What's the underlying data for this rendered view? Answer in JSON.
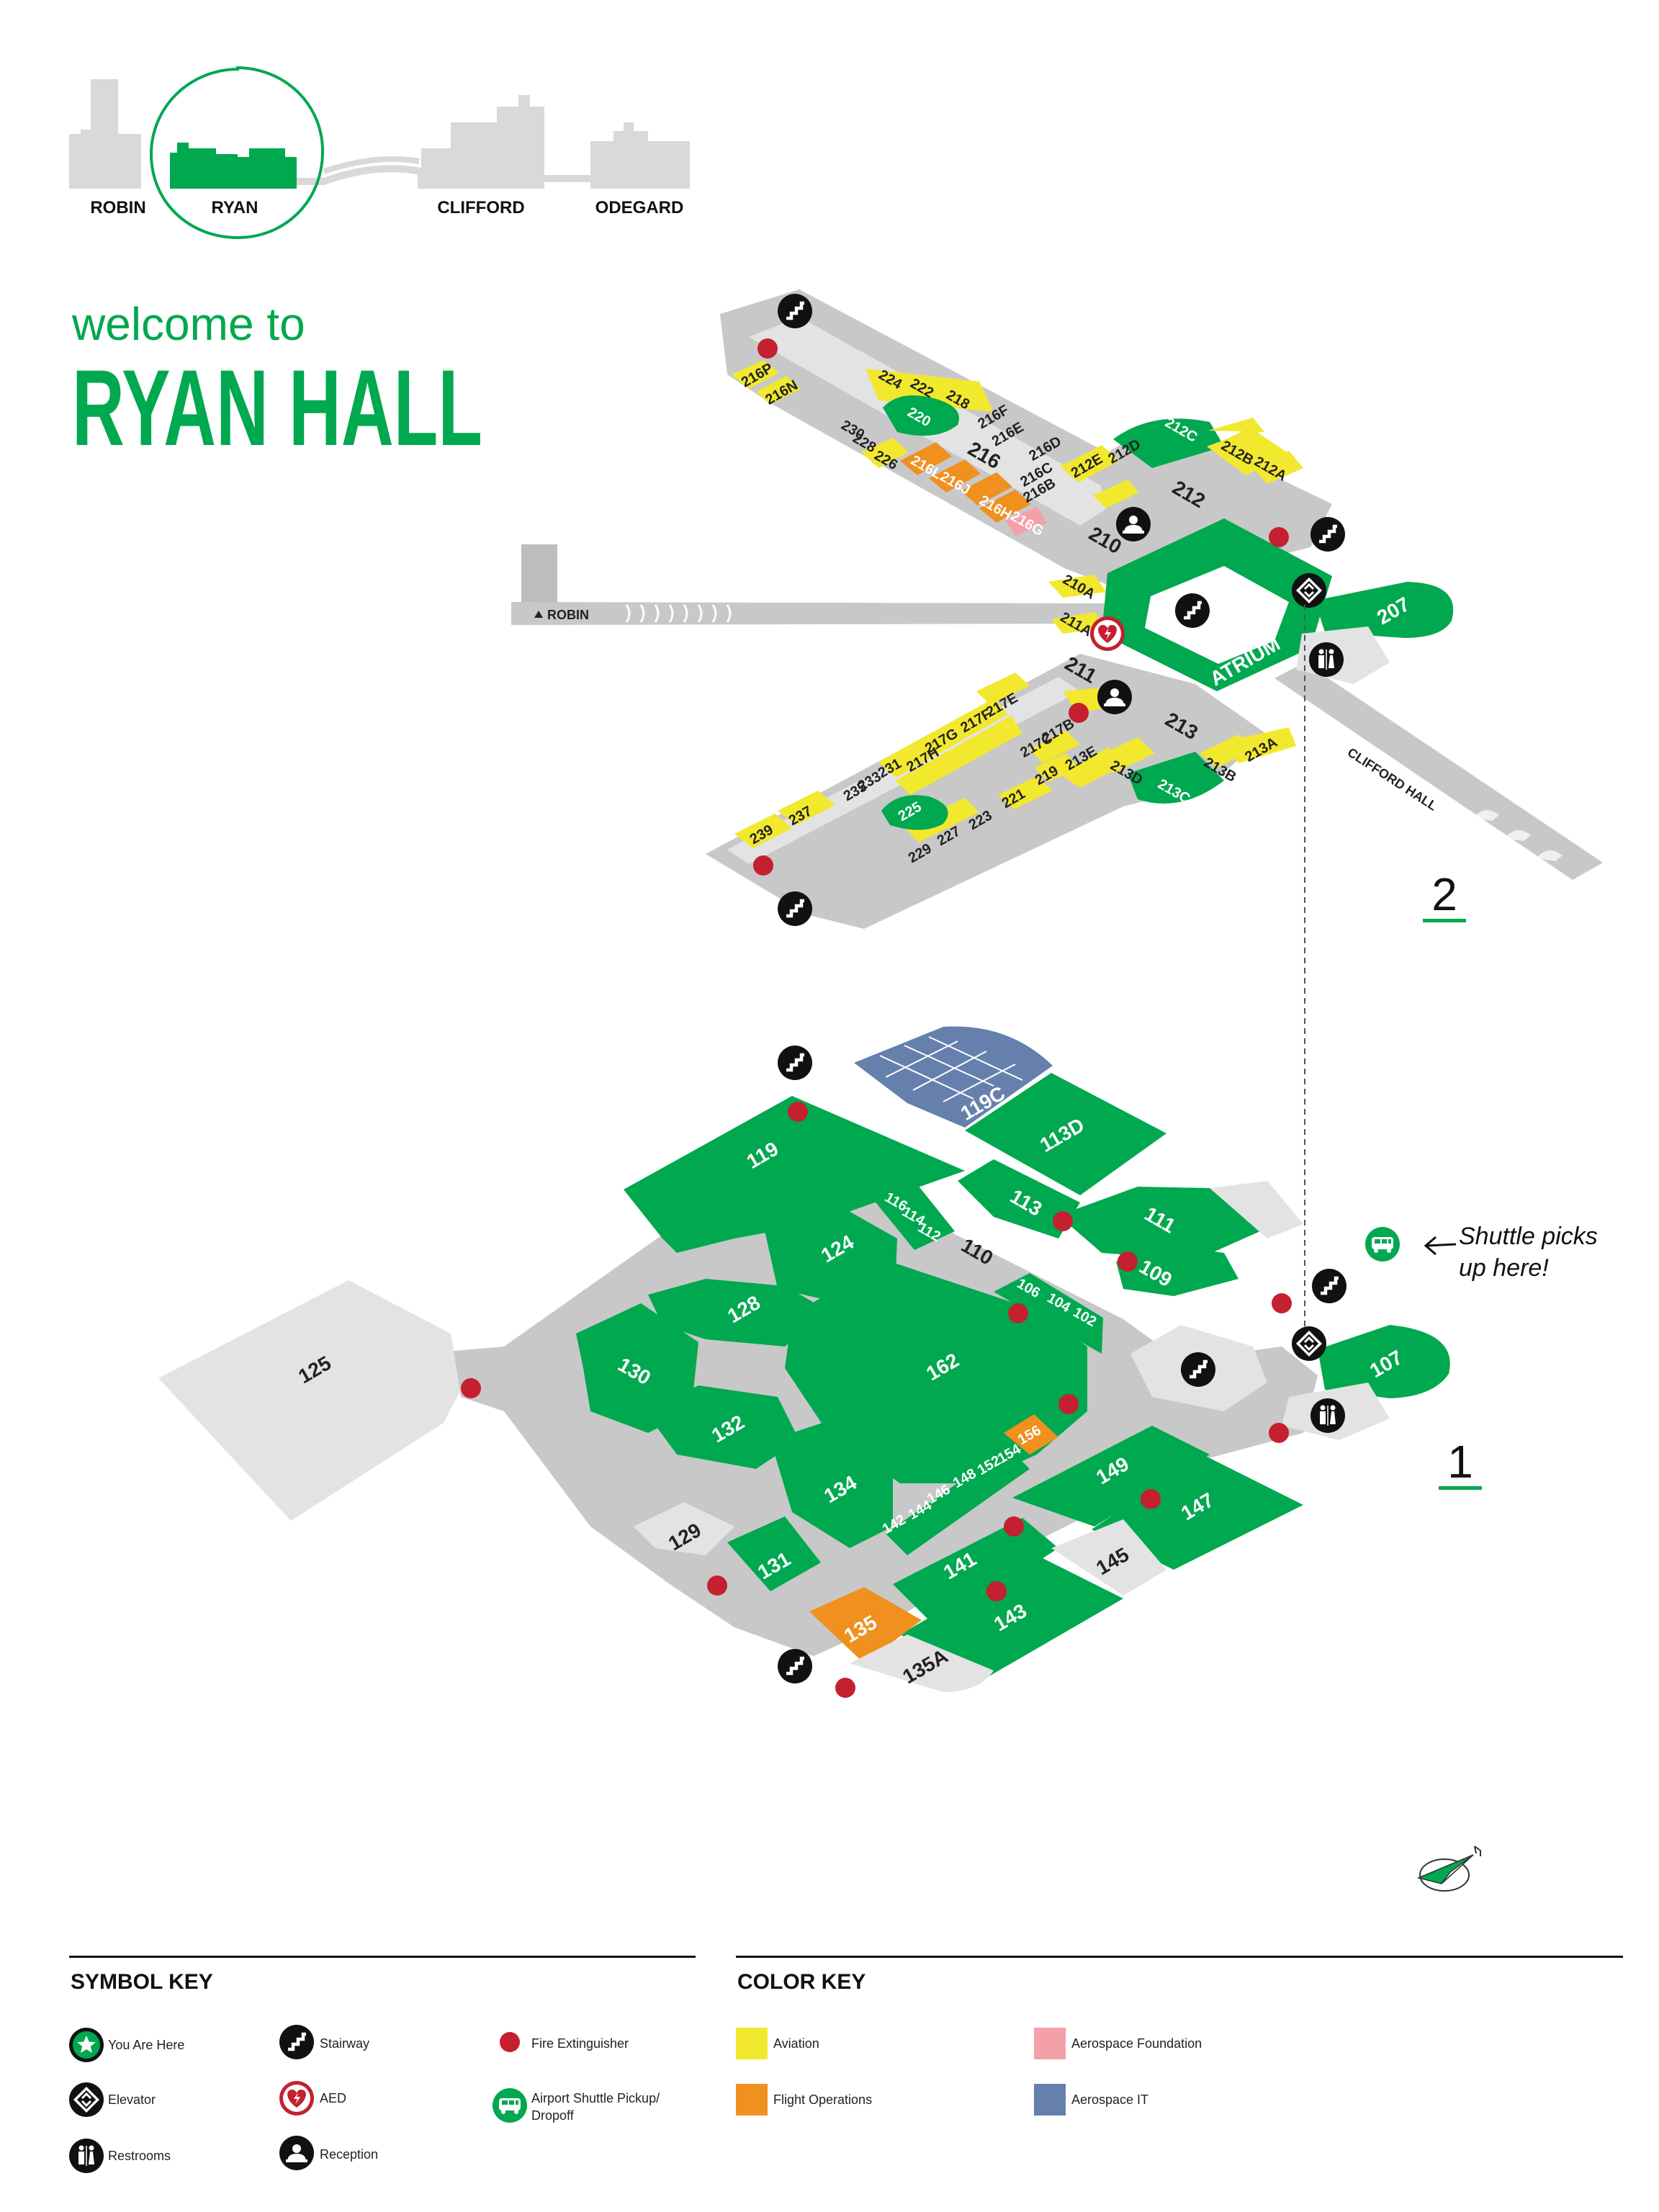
{
  "skyline": {
    "buildings": [
      "ROBIN",
      "RYAN",
      "CLIFFORD",
      "ODEGARD"
    ]
  },
  "header": {
    "welcome": "welcome to",
    "title": "RYAN HALL"
  },
  "floors": {
    "floor2_label": "2",
    "floor1_label": "1",
    "bridge_robin": "ROBIN",
    "bridge_clifford": "CLIFFORD HALL",
    "atrium": "ATRIUM"
  },
  "shuttle_note": {
    "line1": "Shuttle picks",
    "line2": "up here!"
  },
  "colors": {
    "green": "#00a84f",
    "aviation": "#f2e82e",
    "flight_operations": "#f0901e",
    "aerospace_foundation": "#f4a0a8",
    "aerospace_it": "#6680ad",
    "corridor": "#c8c8c8",
    "light_gray": "#e3e3e3",
    "fire_extinguisher": "#c4202f"
  },
  "rooms_floor2": {
    "216P": "216P",
    "216N": "216N",
    "224": "224",
    "222": "222",
    "218": "218",
    "220": "220",
    "216F": "216F",
    "216E": "216E",
    "216D": "216D",
    "230": "230",
    "228": "228",
    "226": "226",
    "216L": "216L",
    "216J": "216J",
    "216H": "216H",
    "216G": "216G",
    "216C": "216C",
    "216B": "216B",
    "216": "216",
    "212E": "212E",
    "212D": "212D",
    "212C": "212C",
    "212B": "212B",
    "212A": "212A",
    "212": "212",
    "210": "210",
    "210A": "210A",
    "211A": "211A",
    "211": "211",
    "207": "207",
    "217E": "217E",
    "217F": "217F",
    "217G": "217G",
    "217H": "217H",
    "217B": "217B",
    "217C": "217C",
    "213": "213",
    "213E": "213E",
    "213D": "213D",
    "213C": "213C",
    "213B": "213B",
    "213A": "213A",
    "231": "231",
    "233": "233",
    "235": "235",
    "219": "219",
    "221": "221",
    "223": "223",
    "225": "225",
    "227": "227",
    "229": "229",
    "237": "237",
    "239": "239"
  },
  "rooms_floor1": {
    "119": "119",
    "119C": "119C",
    "113D": "113D",
    "113": "113",
    "111": "111",
    "109": "109",
    "116": "116",
    "114": "114",
    "112": "112",
    "110": "110",
    "124": "124",
    "128": "128",
    "106": "106",
    "104": "104",
    "102": "102",
    "125": "125",
    "130": "130",
    "162": "162",
    "107": "107",
    "132": "132",
    "156": "156",
    "154": "154",
    "152": "152",
    "134": "134",
    "148": "148",
    "146": "146",
    "144": "144",
    "142": "142",
    "149": "149",
    "147": "147",
    "129": "129",
    "131": "131",
    "141": "141",
    "145": "145",
    "143": "143",
    "135": "135",
    "135A": "135A"
  },
  "symbol_key": {
    "heading": "SYMBOL KEY",
    "you_are_here": "You Are Here",
    "stairway": "Stairway",
    "fire_extinguisher": "Fire Extinguisher",
    "elevator": "Elevator",
    "aed": "AED",
    "shuttle_line1": "Airport Shuttle Pickup/",
    "shuttle_line2": "Dropoff",
    "restrooms": "Restrooms",
    "reception": "Reception"
  },
  "color_key": {
    "heading": "COLOR KEY",
    "aviation": "Aviation",
    "aerospace_foundation": "Aerospace Foundation",
    "flight_operations": "Flight Operations",
    "aerospace_it": "Aerospace IT"
  }
}
